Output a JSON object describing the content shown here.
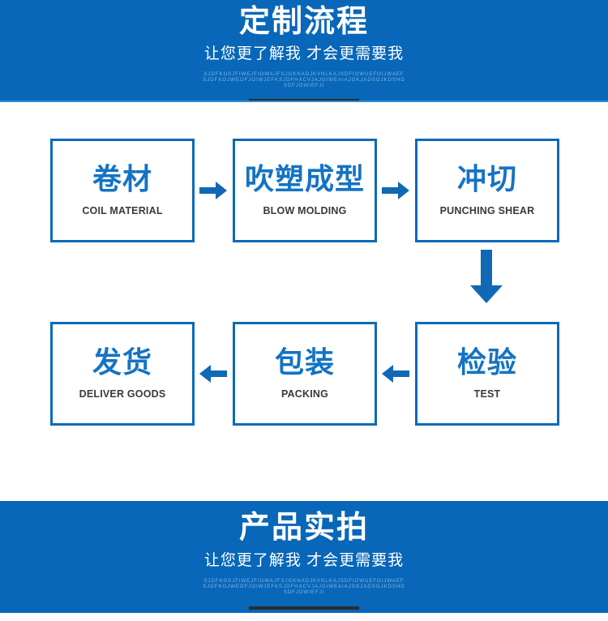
{
  "page": {
    "background_color": "#ffffff",
    "brand_blue": "#0867b8",
    "node_blue": "#1473c4",
    "rule_color": "#2b2b2b",
    "micro_color": "#7fb4e0"
  },
  "banners": {
    "top": {
      "title": "定制流程",
      "subtitle": "让您更了解我 才会更需要我",
      "micro_line_1": "SJDFKOSJFIWEJFIOWAJFSJGKNADJKVNLKAJSDFIOWUEFOIJWAEF",
      "micro_line_2": "SJDFKOJWEOFJOIWJEFKSJDFHXCVJAJGIWEAIAJGKJADSGJKDSHD",
      "micro_line_3": "SDFJOWIEFJI"
    },
    "bottom": {
      "title": "产品实拍",
      "subtitle": "让您更了解我 才会更需要我",
      "micro_line_1": "SJDFKOSJFIWEJFIOWAJFSJGKNADJKVNLKAJSDFIOWUEFOIJWAEF",
      "micro_line_2": "SJDFKOJWEOFJOIWJEFKSJDFHXCVJAJGIWEAIAJGKJADSGJKDSHD",
      "micro_line_3": "SDFJOWIEFJI"
    }
  },
  "flow": {
    "steps": [
      {
        "id": "coil",
        "cn": "卷材",
        "en": "COIL MATERIAL"
      },
      {
        "id": "blow",
        "cn": "吹塑成型",
        "en": "BLOW MOLDING"
      },
      {
        "id": "punch",
        "cn": "冲切",
        "en": "PUNCHING SHEAR"
      },
      {
        "id": "test",
        "cn": "检验",
        "en": "TEST"
      },
      {
        "id": "packing",
        "cn": "包装",
        "en": "PACKING"
      },
      {
        "id": "deliver",
        "cn": "发货",
        "en": "DELIVER GOODS"
      }
    ],
    "connectors": [
      {
        "id": "coil-to-blow",
        "direction": "right"
      },
      {
        "id": "blow-to-punch",
        "direction": "right"
      },
      {
        "id": "punch-to-test",
        "direction": "down"
      },
      {
        "id": "test-to-packing",
        "direction": "left"
      },
      {
        "id": "packing-to-deliver",
        "direction": "left"
      }
    ]
  }
}
